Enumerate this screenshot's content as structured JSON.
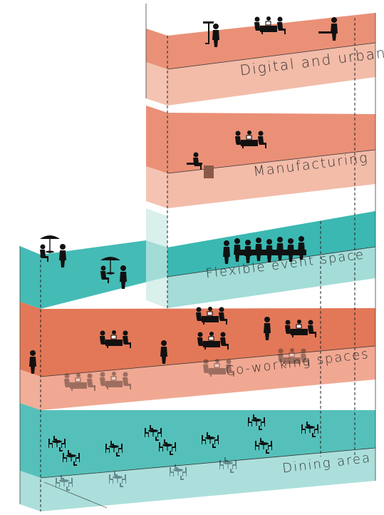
{
  "floors": [
    {
      "id": "digital",
      "label": "Digital and urban",
      "color": "#E8876B"
    },
    {
      "id": "manufacturing",
      "label": "Manufacturing",
      "color": "#E8876B"
    },
    {
      "id": "event",
      "label": "Flexible event space",
      "color": "#3BB7B2"
    },
    {
      "id": "coworking",
      "label": "Co-working spaces",
      "color": "#E0714F"
    },
    {
      "id": "dining",
      "label": "Dining area",
      "color": "#4CBDB6"
    }
  ],
  "icons": {
    "person": "person-icon",
    "table": "table-icon",
    "umbrella": "parasol-icon",
    "chair": "chair-icon",
    "drill": "drill-press-icon"
  }
}
